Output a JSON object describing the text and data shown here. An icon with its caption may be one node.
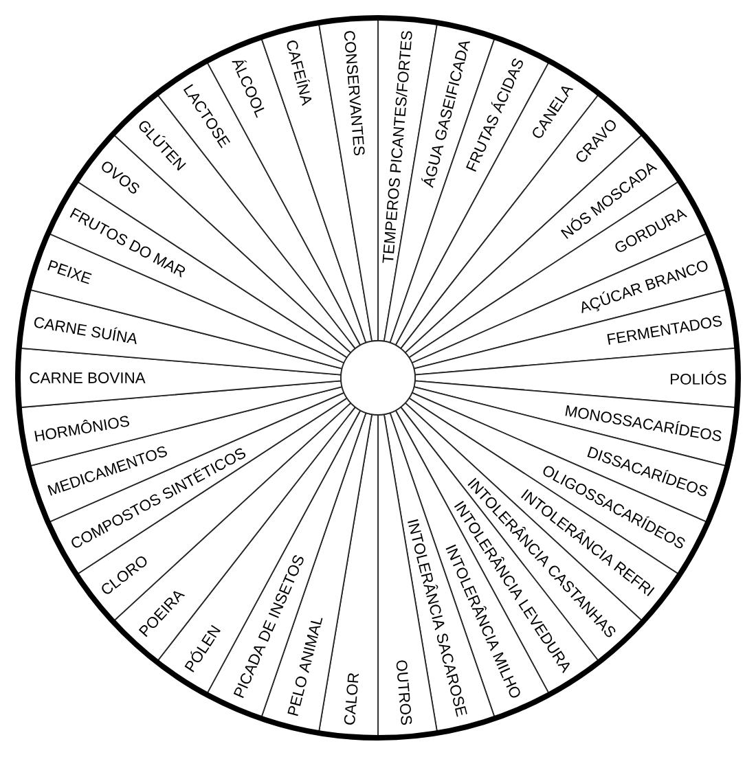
{
  "diagram": {
    "nodes": [
      {
        "text": [
          "TEMPEROS PICANTES/FORTES"
        ]
      },
      {
        "text": [
          "ÁGUA GASEIFICADA"
        ]
      },
      {
        "text": [
          "FRUTAS ÁCIDAS"
        ]
      },
      {
        "text": [
          "CANELA"
        ]
      },
      {
        "text": [
          "CRAVO"
        ]
      },
      {
        "text": [
          "NÓS MOSCADA"
        ]
      },
      {
        "text": [
          "GORDURA"
        ]
      },
      {
        "text": [
          "AÇÚCAR BRANCO"
        ]
      },
      {
        "text": [
          "FERMENTADOS"
        ]
      },
      {
        "text": [
          "POLIÓS"
        ]
      },
      {
        "text": [
          "MONOSSACARÍDEOS"
        ]
      },
      {
        "text": [
          "DISSACARÍDEOS"
        ]
      },
      {
        "text": [
          "OLIGOSSACARÍDEOS"
        ]
      },
      {
        "text": [
          "INTOLERÂNCIA REFRI"
        ]
      },
      {
        "text": [
          "INTOLERÂNCIA CASTANHAS"
        ]
      },
      {
        "text": [
          "INTOLERÂNCIA LEVEDURA"
        ]
      },
      {
        "text": [
          "INTOLERÂNCIA MILHO"
        ]
      },
      {
        "text": [
          "INTOLERÂNCIA SACAROSE"
        ]
      },
      {
        "text": [
          "OUTROS"
        ]
      },
      {
        "text": [
          "CALOR"
        ]
      },
      {
        "text": [
          "PELO ANIMAL"
        ]
      },
      {
        "text": [
          "PICADA DE INSETOS"
        ]
      },
      {
        "text": [
          "PÓLEN"
        ]
      },
      {
        "text": [
          "POEIRA"
        ]
      },
      {
        "text": [
          "CLORO"
        ]
      },
      {
        "text": [
          "COMPOSTOS SINTÉTICOS"
        ]
      },
      {
        "text": [
          "MEDICAMENTOS"
        ]
      },
      {
        "text": [
          "HORMÔNIOS"
        ]
      },
      {
        "text": [
          "CARNE BOVINA"
        ]
      },
      {
        "text": [
          "CARNE SUÍNA"
        ]
      },
      {
        "text": [
          "PEIXE"
        ]
      },
      {
        "text": [
          "FRUTOS DO MAR"
        ]
      },
      {
        "text": [
          "OVOS"
        ]
      },
      {
        "text": [
          "GLÚTEN"
        ]
      },
      {
        "text": [
          "LACTOSE"
        ]
      },
      {
        "text": [
          "ÁLCOOL"
        ]
      },
      {
        "text": [
          "CAFEÍNA"
        ]
      },
      {
        "text": [
          "CONSERVANTES"
        ]
      }
    ]
  }
}
